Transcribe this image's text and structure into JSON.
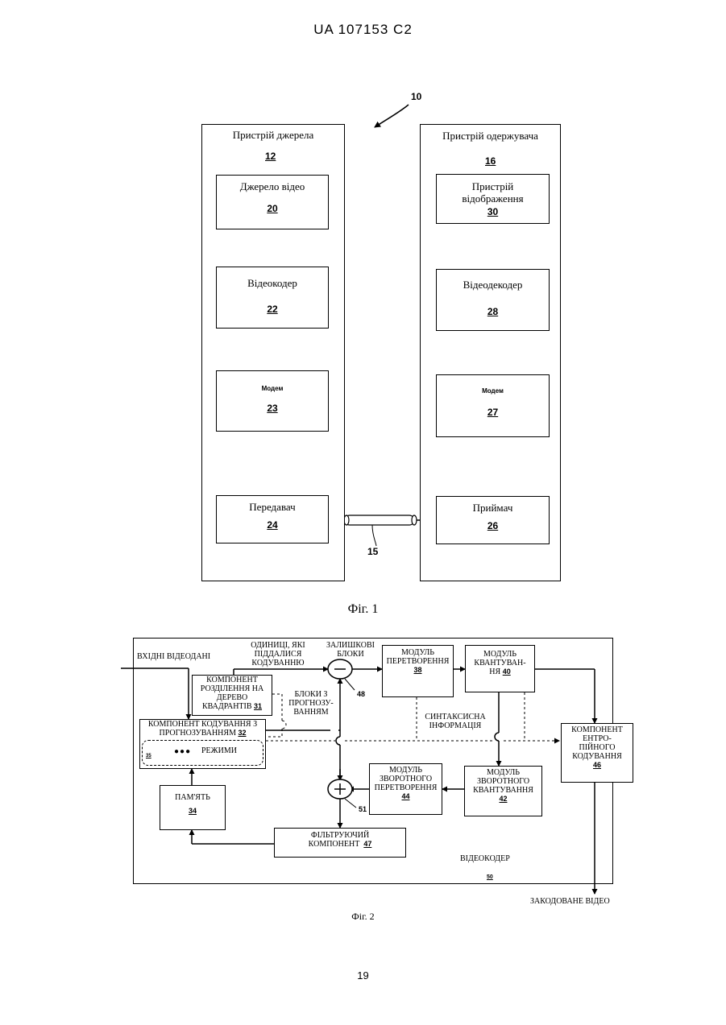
{
  "header": "UA   107153   C2",
  "page_number": "19",
  "fig1": {
    "caption": "Фіг. 1",
    "ref_system": "10",
    "source": {
      "label": "Пристрій джерела",
      "ref": "12"
    },
    "video_source": {
      "label": "Джерело відео",
      "ref": "20"
    },
    "encoder": {
      "label": "Відеокодер",
      "ref": "22"
    },
    "modem_tx": {
      "label": "Модем",
      "ref": "23"
    },
    "transmitter": {
      "label": "Передавач",
      "ref": "24"
    },
    "dest": {
      "label": "Пристрій одержувача",
      "ref": "16"
    },
    "display": {
      "label1": "Пристрій",
      "label2": "відображення",
      "ref": "30"
    },
    "decoder": {
      "label": "Відеодекодер",
      "ref": "28"
    },
    "modem_rx": {
      "label": "Модем",
      "ref": "27"
    },
    "receiver": {
      "label": "Приймач",
      "ref": "26"
    },
    "link_ref": "15"
  },
  "fig2": {
    "caption": "Фіг. 2",
    "input_label": "ВХІДНІ ВІДЕОДАНІ",
    "units_label": [
      "ОДИНИЦІ, ЯКІ",
      "ПІДДАЛИСЯ",
      "КОДУВАННЮ"
    ],
    "residual_label": [
      "ЗАЛИШКОВІ",
      "БЛОКИ"
    ],
    "transform": {
      "lines": [
        "МОДУЛЬ",
        "ПЕРЕТВОРЕННЯ"
      ],
      "ref": "38"
    },
    "quant": {
      "lines": [
        "МОДУЛЬ",
        "КВАНТУВАН-",
        "НЯ"
      ],
      "ref": "40"
    },
    "partition": {
      "lines": [
        "КОМПОНЕНТ",
        "РОЗДІЛЕННЯ НА",
        "ДЕРЕВО",
        "КВАДРАНТІВ"
      ],
      "ref": "31"
    },
    "pred_blocks_label": [
      "БЛОКИ З",
      "ПРОГНОЗУ-",
      "ВАННЯМ"
    ],
    "syntax_label": [
      "СИНТАКСИСНА",
      "ІНФОРМАЦІЯ"
    ],
    "pred": {
      "lines": [
        "КОМПОНЕНТ КОДУВАННЯ З",
        "ПРОГНОЗУВАННЯМ"
      ],
      "ref": "32"
    },
    "modes": {
      "label": "РЕЖИМИ",
      "ref": "35",
      "dots": "●●●"
    },
    "entropy": {
      "lines": [
        "КОМПОНЕНТ",
        "ЕНТРО-",
        "ПІЙНОГО",
        "КОДУВАННЯ"
      ],
      "ref": "46"
    },
    "inv_transform": {
      "lines": [
        "МОДУЛЬ",
        "ЗВОРОТНОГО",
        "ПЕРЕТВОРЕННЯ"
      ],
      "ref": "44"
    },
    "inv_quant": {
      "lines": [
        "МОДУЛЬ",
        "ЗВОРОТНОГО",
        "КВАНТУВАННЯ"
      ],
      "ref": "42"
    },
    "memory": {
      "label": "ПАМ'ЯТЬ",
      "ref": "34"
    },
    "filter": {
      "lines": [
        "ФІЛЬТРУЮЧИЙ",
        "КОМПОНЕНТ"
      ],
      "ref": "47"
    },
    "encoder_label": "ВІДЕОКОДЕР",
    "encoder_ref": "50",
    "sum_ref_top": "48",
    "sum_ref_bottom": "51",
    "output_label": "ЗАКОДОВАНЕ ВІДЕО"
  }
}
